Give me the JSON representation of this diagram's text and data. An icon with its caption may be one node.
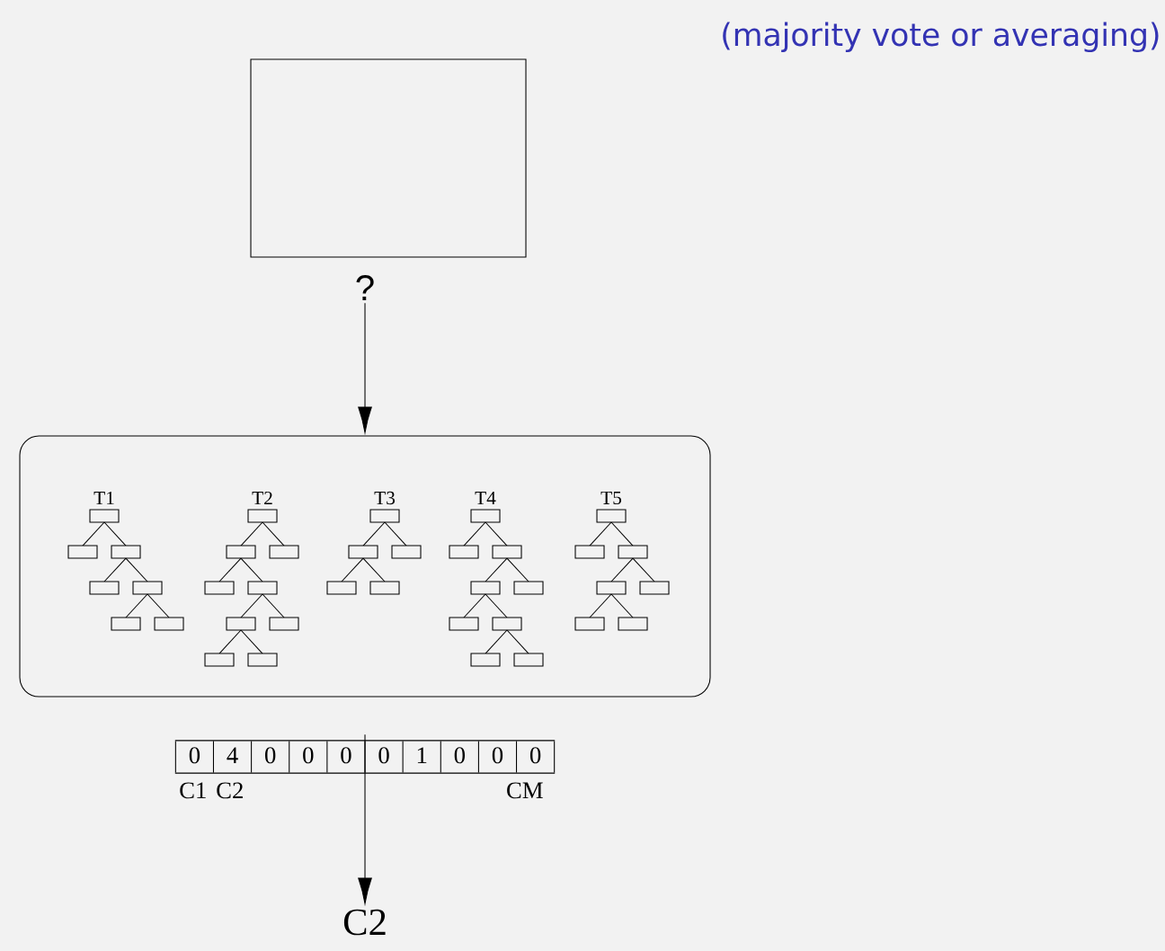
{
  "diagram": {
    "nodes": [
      {
        "text": [],
        "shape": "box"
      },
      {
        "text": [
          "?"
        ]
      },
      {
        "text": [],
        "shape": "box"
      },
      {
        "text": [
          "T1"
        ],
        "in": 2
      },
      {
        "text": [
          "T2"
        ],
        "in": 2
      },
      {
        "text": [
          "T3"
        ],
        "in": 2
      },
      {
        "text": [
          "T4"
        ],
        "in": 2
      },
      {
        "text": [
          "T5"
        ],
        "in": 2
      },
      {
        "text": [
          "0",
          "4",
          "0",
          "0",
          "0",
          "0",
          "1",
          "0",
          "0",
          "0"
        ],
        "beside": [
          "C1",
          "C2",
          "CM"
        ]
      },
      {
        "text": [
          "C2"
        ]
      }
    ],
    "edges": [
      {
        "from": 1,
        "to": 2,
        "arrow": "to"
      },
      {
        "from": 8,
        "to": 9,
        "arrow": "to"
      }
    ],
    "labels": [
      "(majority vote or averaging)"
    ]
  }
}
